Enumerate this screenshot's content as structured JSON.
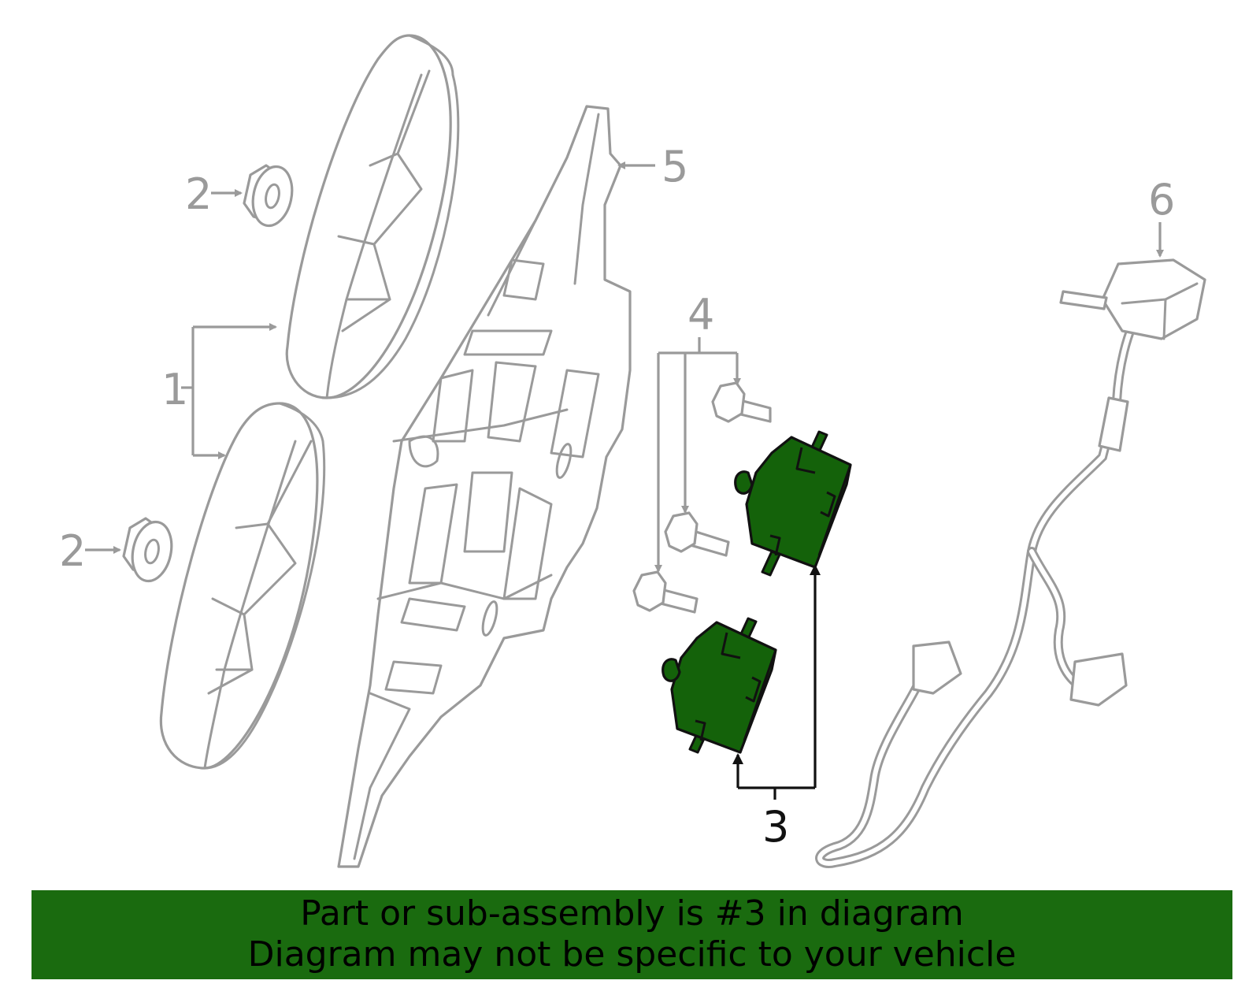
{
  "callouts": {
    "c1": "1",
    "c2a": "2",
    "c2b": "2",
    "c3": "3",
    "c4": "4",
    "c5": "5",
    "c6": "6"
  },
  "highlighted_part": "3",
  "banner": {
    "line1": "Part or sub-assembly is #3 in diagram",
    "line2": "Diagram may not be specific to your vehicle",
    "background_color": "#1a6b0f"
  },
  "colors": {
    "part_outline": "#9a9a9a",
    "highlight_fill": "#14620a",
    "highlight_outline": "#111111"
  }
}
